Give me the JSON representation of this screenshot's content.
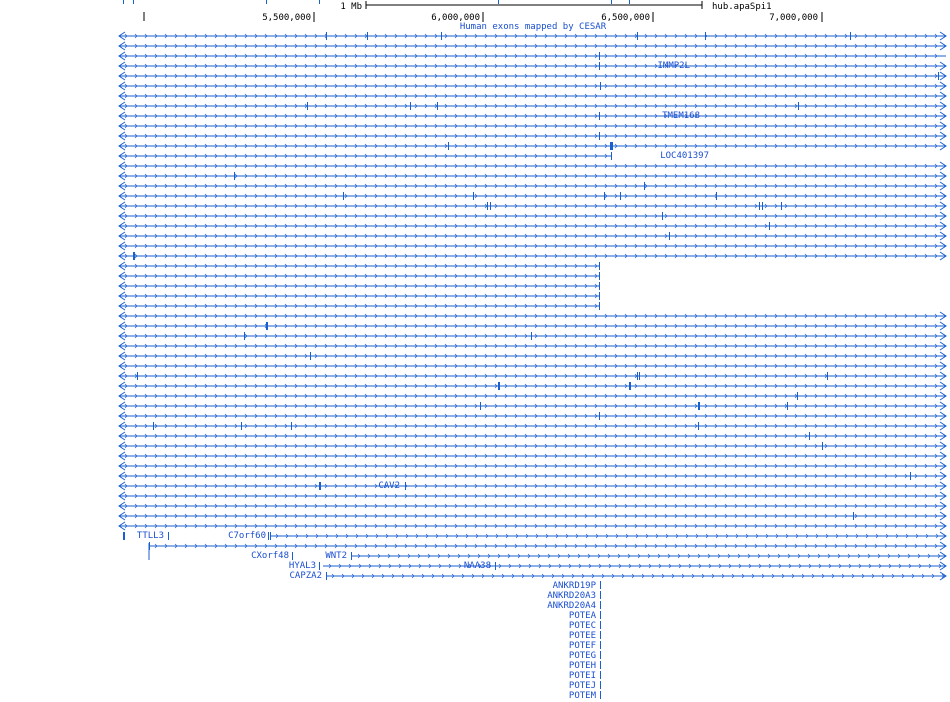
{
  "ruler": {
    "scale_label": "1 Mb",
    "assembly": "hub.apaSpi1",
    "ticks": [
      {
        "label": "5,500,000"
      },
      {
        "label": "6,000,000"
      },
      {
        "label": "6,500,000"
      },
      {
        "label": "7,000,000"
      }
    ]
  },
  "track": {
    "title": "Human exons mapped by CESAR",
    "color": "#1a5fd0"
  },
  "gene_labels": [
    "IMMP2L",
    "TMEM168",
    "LOC401397",
    "CAV2",
    "TTLL3",
    "C7orf60",
    "CXorf48",
    "WNT2",
    "HYAL3",
    "NAA38",
    "CAPZA2",
    "ANKRD19P",
    "ANKRD20A3",
    "ANKRD20A4",
    "POTEA",
    "POTEC",
    "POTEE",
    "POTEF",
    "POTEG",
    "POTEH",
    "POTEI",
    "POTEJ",
    "POTEM"
  ]
}
